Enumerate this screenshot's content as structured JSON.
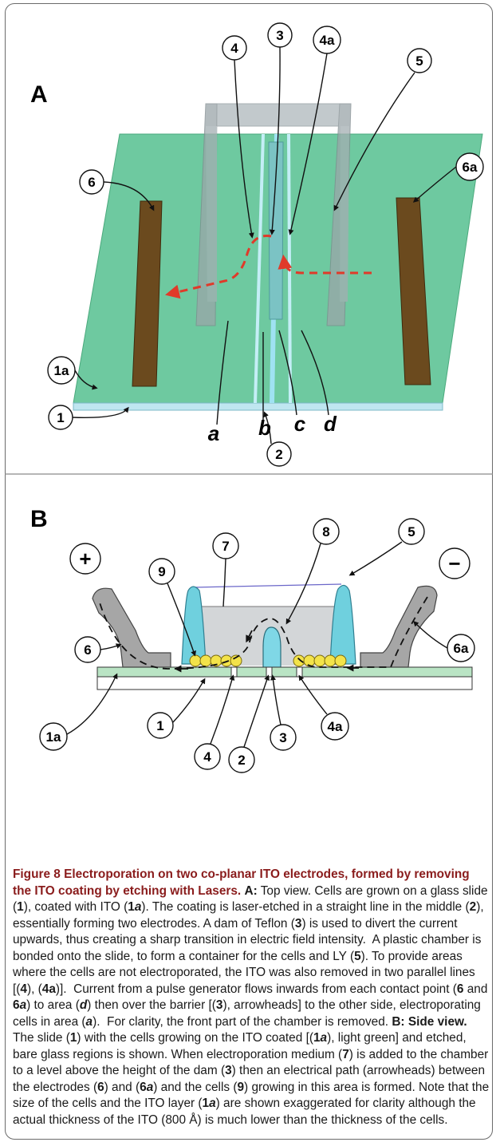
{
  "panel_a": {
    "letter": "A",
    "labels": [
      "4",
      "3",
      "4a",
      "5",
      "6",
      "6a",
      "1a",
      "1",
      "2"
    ],
    "area_labels": [
      "a",
      "b",
      "c",
      "d"
    ]
  },
  "panel_b": {
    "letter": "B",
    "labels": [
      "7",
      "8",
      "9",
      "5",
      "6",
      "6a",
      "1a",
      "1",
      "4",
      "2",
      "3",
      "4a"
    ],
    "plus": "+",
    "minus": "−"
  },
  "caption": {
    "title": "Figure 8 Electroporation on two co-planar ITO electrodes, formed by removing the ITO coating by etching with Lasers.",
    "body_html": "<b>A:</b> Top view. Cells are grown on a glass slide (<b>1</b>), coated with ITO (<b>1<i>a</i></b>). The coating is laser-etched in a straight line in the middle (<b>2</b>), essentially forming two electrodes. A dam of Teflon (<b>3</b>) is used to divert the current upwards, thus creating a sharp transition in electric field intensity.&nbsp; A plastic chamber is bonded onto the slide, to form a container for the cells and LY (<b>5</b>). To provide areas where the cells are not electroporated, the ITO was also removed in two parallel lines [(<b>4</b>), (<b>4a</b>)].&nbsp; Current from a pulse generator flows inwards from each contact point (<b>6</b> and <b>6<i>a</i></b>) to area (<b><i>d</i></b>) then over the barrier [(<b>3</b>), arrowheads] to the other side, electroporating cells in area (<b><i>a</i></b>).&nbsp; For clarity, the front part of the chamber is removed. <b>B: Side view.</b> The slide (<b>1</b>) with the cells growing on the ITO coated [(<b>1<i>a</i></b>), light green] and etched, bare glass regions is shown. When electroporation medium (<b>7</b>) is added to the chamber to a level above the height of the dam (<b>3</b>) then an electrical path (arrowheads) between the electrodes (<b>6</b>) and (<b>6<i>a</i></b>) and the cells (<b>9</b>) growing in this area is formed. Note that the size of the cells and the ITO layer (<b>1<i>a</i></b>) are shown exaggerated for clarity although the actual thickness of the ITO (800 Å) is much lower than the thickness of the cells."
  },
  "colors": {
    "slide": "#6ec9a0",
    "slide_edge": "#5ab88c",
    "glass": "#bfe6f0",
    "electrode": "#6b4a1e",
    "arrow": "#e03a2a",
    "dam": "#6fd0de",
    "chamber": "#b9c3c7",
    "medium": "#cfd3d5",
    "cells": "#f3e34a"
  }
}
